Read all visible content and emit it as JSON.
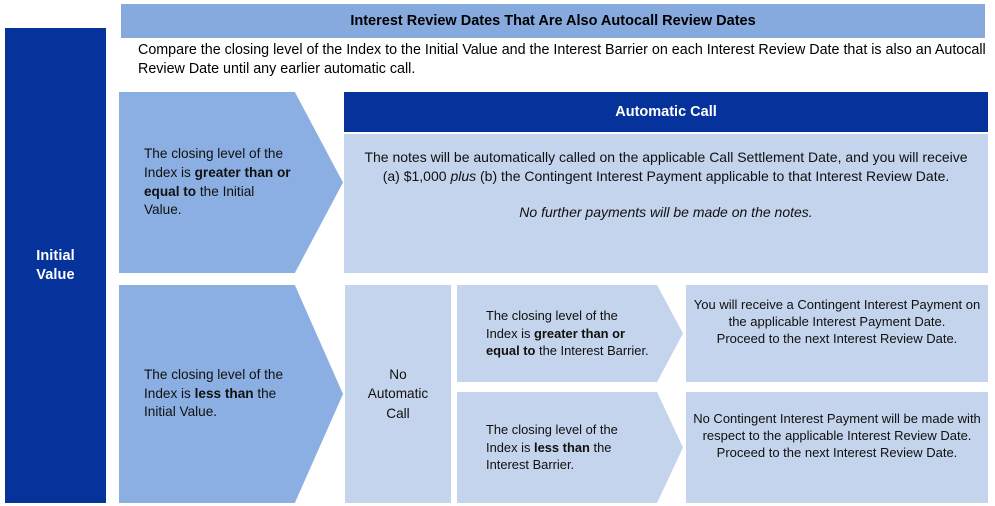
{
  "colors": {
    "dark_blue": "#05339B",
    "banner_blue": "#87AADE",
    "arrow_blue": "#8BAFE2",
    "light_blue": "#C4D4EC",
    "text": "#101010",
    "white": "#FFFFFF"
  },
  "left_label": "Initial\nValue",
  "banner": {
    "title": "Interest Review Dates That Are Also Autocall Review Dates",
    "description": "Compare the closing level of the Index to the Initial Value and the Interest Barrier on each Interest Review Date that is also an Autocall Review Date until any earlier automatic call."
  },
  "branch_upper": {
    "condition_plain_1": "The closing level of the Index is ",
    "condition_bold": "greater than or equal to",
    "condition_plain_2": " the Initial Value.",
    "condition_full": "The closing level of the Index is greater than or equal to the Initial Value."
  },
  "branch_lower": {
    "condition_plain_1": "The closing level of the Index is ",
    "condition_bold": "less than",
    "condition_plain_2": " the Initial Value.",
    "condition_full": "The closing level of the Index is less than the Initial Value."
  },
  "automatic_call": {
    "header": "Automatic Call",
    "body_pre": "The notes will be automatically called on the applicable Call Settlement Date, and you will receive (a) $1,000 ",
    "body_italic": "plus",
    "body_post": " (b) the Contingent Interest Payment applicable to that Interest Review Date.",
    "body_note": "No further payments will be made on the notes."
  },
  "no_automatic_call": {
    "label": "No\nAutomatic\nCall"
  },
  "barrier_branches": [
    {
      "condition_plain_1": "The closing level of the Index is ",
      "condition_bold": "greater than or equal to",
      "condition_plain_2": " the Interest Barrier.",
      "outcome_line_1": "You will receive a Contingent Interest Payment on the applicable Interest Payment Date.",
      "outcome_line_2": "Proceed to the next Interest Review Date."
    },
    {
      "condition_plain_1": "The closing level of the Index is ",
      "condition_bold": "less than",
      "condition_plain_2": " the Interest Barrier.",
      "outcome_line_1": "No Contingent Interest Payment will be made with respect to the applicable Interest Review Date.",
      "outcome_line_2": "Proceed to the next Interest Review Date."
    }
  ]
}
